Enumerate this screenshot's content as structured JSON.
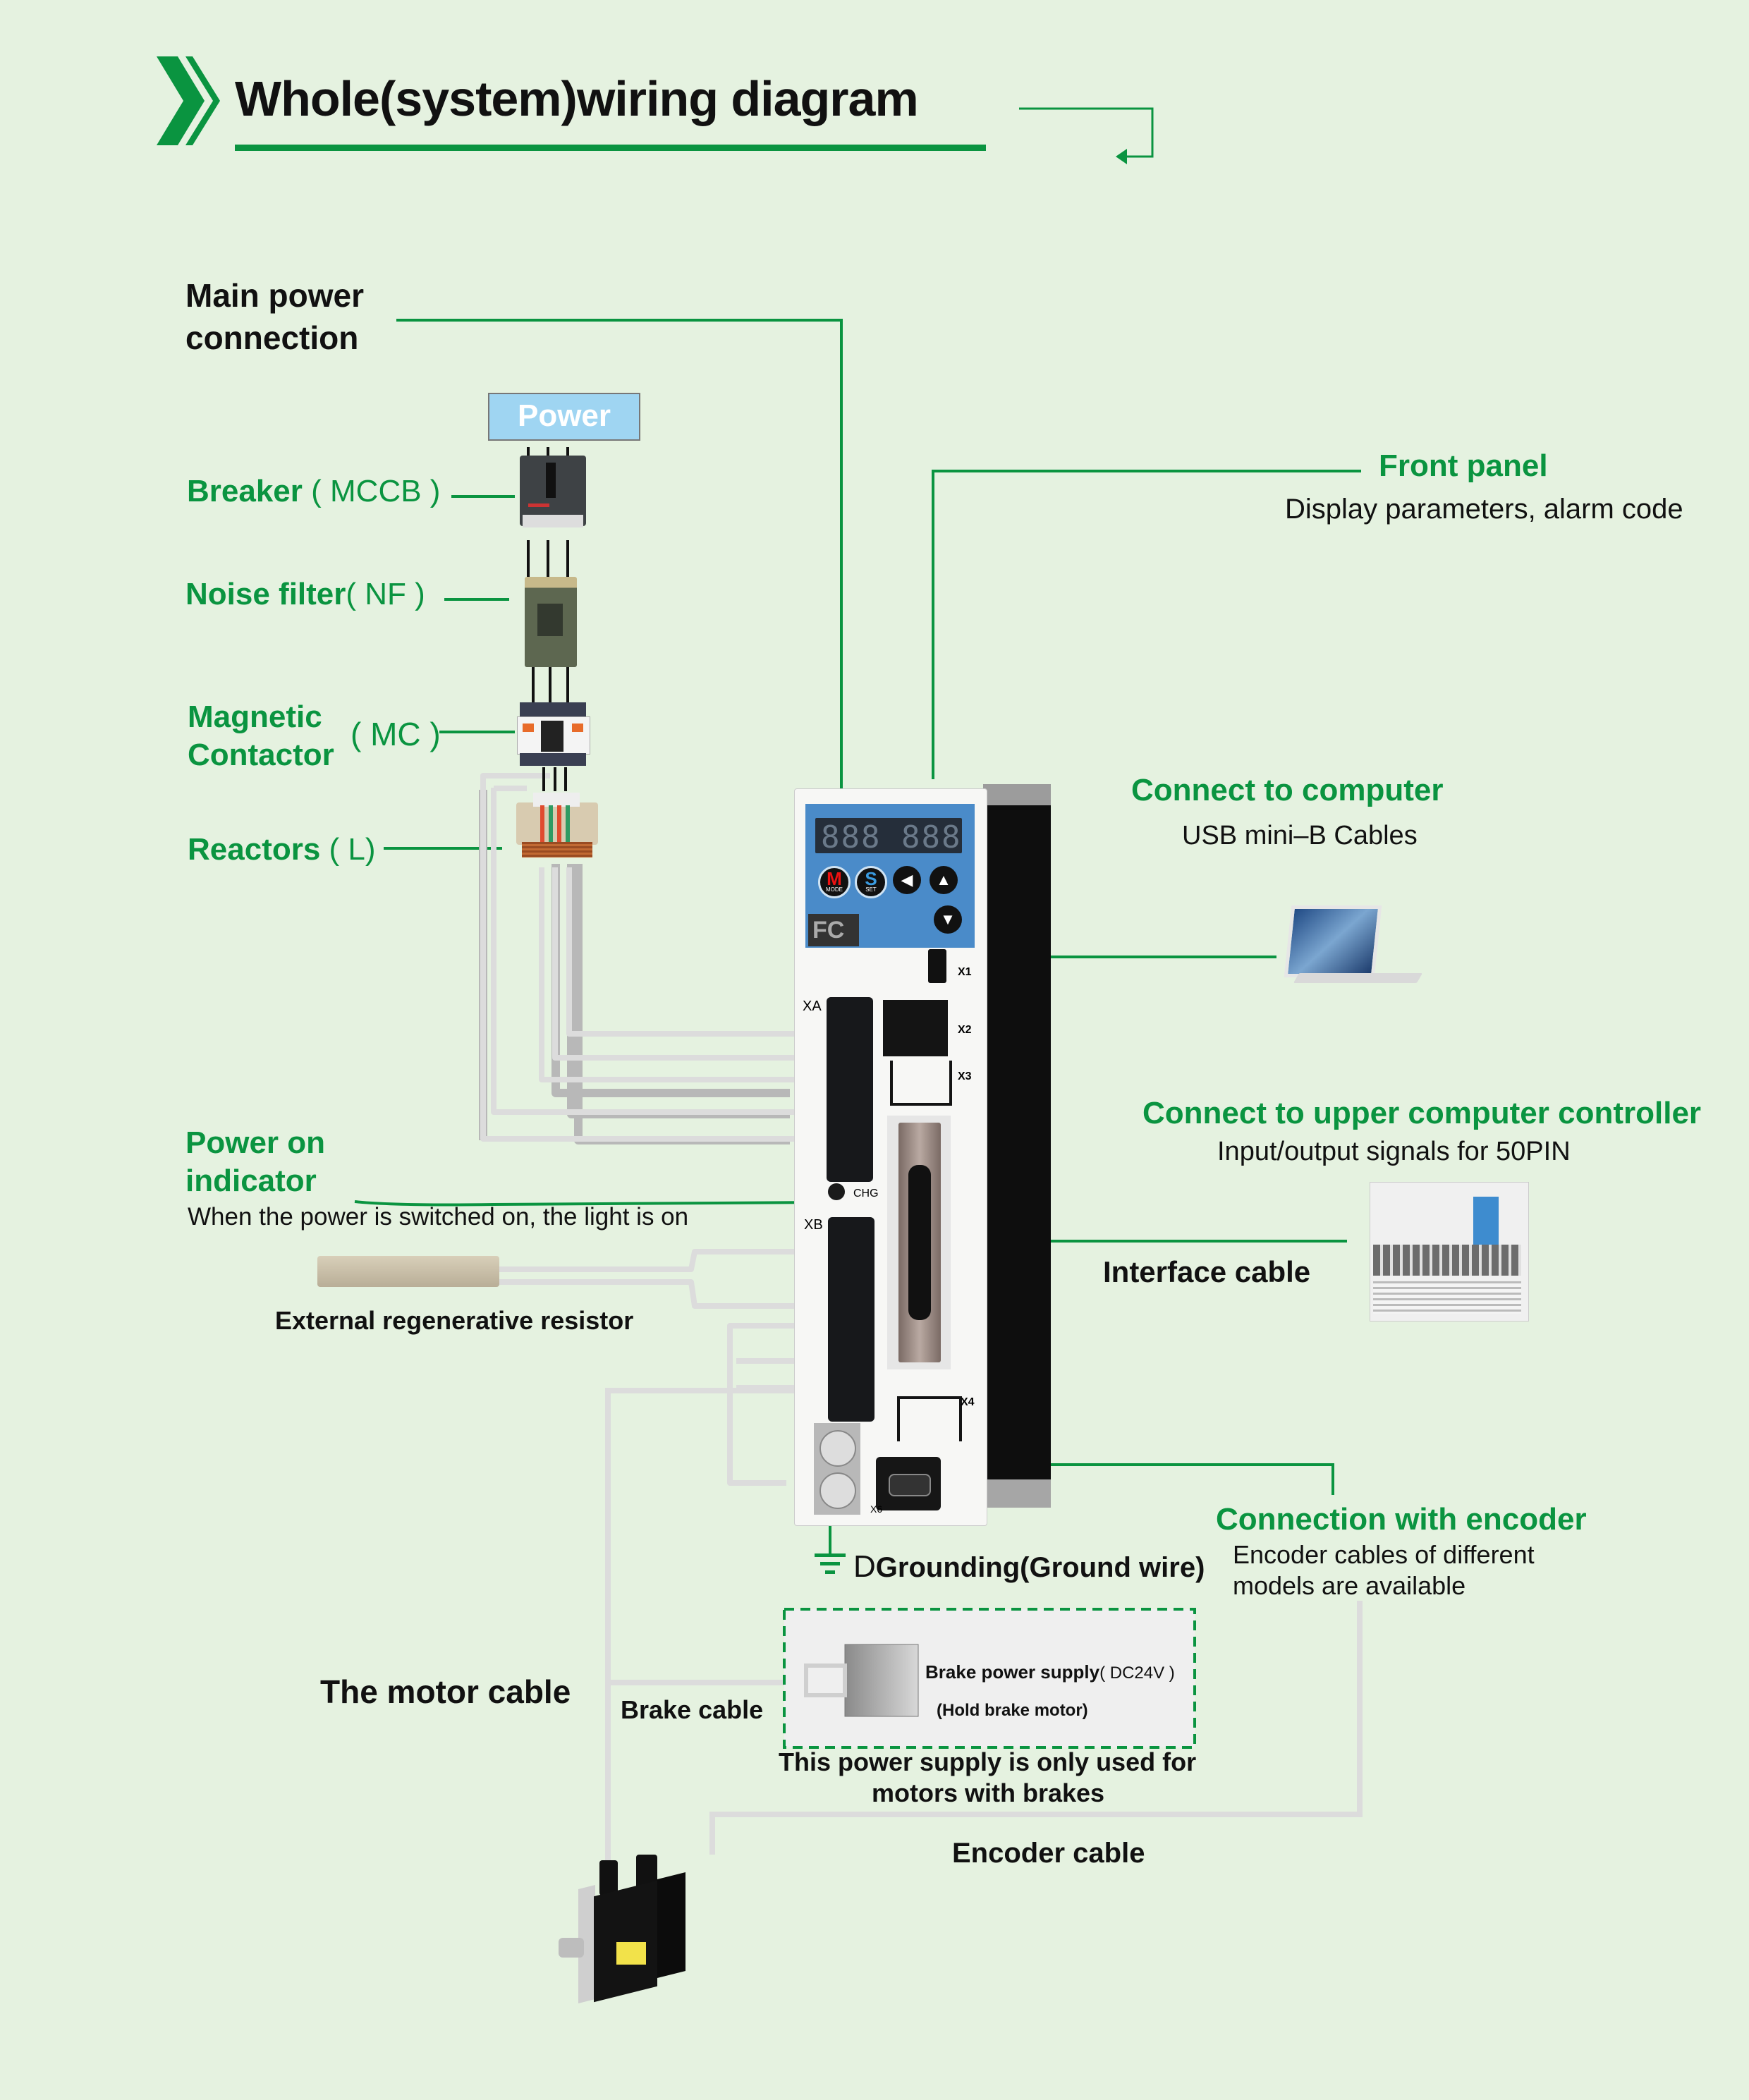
{
  "colors": {
    "background": "#e5f2e0",
    "accent_green": "#0a9440",
    "power_box": "#9fd5f2",
    "cable_gray": "#dcdcdc"
  },
  "header": {
    "icon": "double-chevron-right-icon",
    "title": "Whole(system)wiring diagram"
  },
  "power_chain": {
    "main_power_label_line1": "Main power",
    "main_power_label_line2": "connection",
    "power_box_label": "Power",
    "breaker": {
      "name": "Breaker",
      "abbr": "( MCCB )"
    },
    "noise_filter": {
      "name": "Noise filter",
      "abbr": "( NF )"
    },
    "magnetic_contactor": {
      "name_line1": "Magnetic",
      "name_line2": "Contactor",
      "abbr": "( MC )"
    },
    "reactors": {
      "name": "Reactors",
      "abbr": "( L)"
    }
  },
  "front_panel": {
    "title": "Front panel",
    "description": "Display parameters, alarm code",
    "display_digits": "888 888",
    "buttons": [
      {
        "glyph": "M",
        "sub": "MODE"
      },
      {
        "glyph": "S",
        "sub": "SET"
      },
      {
        "glyph": "◀",
        "sub": ""
      },
      {
        "glyph": "▲",
        "sub": ""
      },
      {
        "glyph": "▼",
        "sub": ""
      }
    ],
    "logo": "FC"
  },
  "drive_ports": {
    "xa": "XA",
    "x1": "X1",
    "x2": "X2",
    "x3": "X3",
    "chg": "CHG",
    "xb": "XB",
    "x4": "X4",
    "x6": "X6"
  },
  "computer": {
    "title": "Connect to computer",
    "description": "USB mini–B Cables"
  },
  "upper_controller": {
    "title": "Connect to upper computer controller",
    "description": "Input/output signals for 50PIN",
    "cable_label": "Interface cable"
  },
  "power_indicator": {
    "title_line1": "Power on",
    "title_line2": "indicator",
    "description": "When the power is switched on, the light is on"
  },
  "regen_resistor": {
    "label": "External regenerative resistor"
  },
  "grounding": {
    "prefix": "D",
    "label": "Grounding(Ground wire)"
  },
  "encoder": {
    "title": "Connection with encoder",
    "description_line1": "Encoder cables of different",
    "description_line2": "models are available",
    "cable_label": "Encoder cable"
  },
  "motor": {
    "cable_label": "The motor cable",
    "brake_cable_label": "Brake cable"
  },
  "brake_supply": {
    "title": "Brake power supply",
    "voltage": "( DC24V )",
    "note": "(Hold brake motor)",
    "caption_line1": "This power supply is only used for",
    "caption_line2": "motors with brakes"
  }
}
